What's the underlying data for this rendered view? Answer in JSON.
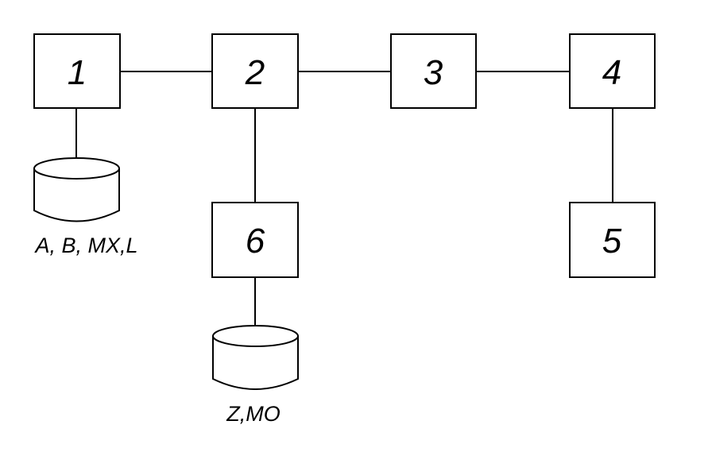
{
  "nodes": [
    {
      "id": "n1",
      "label": "1"
    },
    {
      "id": "n2",
      "label": "2"
    },
    {
      "id": "n3",
      "label": "3"
    },
    {
      "id": "n4",
      "label": "4"
    },
    {
      "id": "n5",
      "label": "5"
    },
    {
      "id": "n6",
      "label": "6"
    }
  ],
  "databases": [
    {
      "id": "db1",
      "attached_to": "n1",
      "label": "A, B, MX,L"
    },
    {
      "id": "db6",
      "attached_to": "n6",
      "label": "Z,MO"
    }
  ],
  "edges": [
    {
      "from": "n1",
      "to": "n2"
    },
    {
      "from": "n2",
      "to": "n3"
    },
    {
      "from": "n3",
      "to": "n4"
    },
    {
      "from": "n4",
      "to": "n5"
    },
    {
      "from": "n2",
      "to": "n6"
    }
  ],
  "colors": {
    "stroke": "#000000",
    "fill": "#ffffff",
    "background": "#ffffff"
  }
}
